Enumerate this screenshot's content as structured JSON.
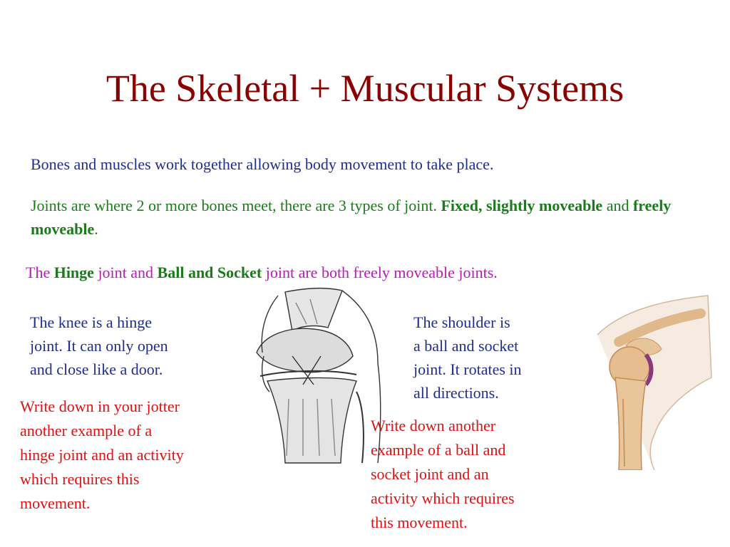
{
  "title": "The Skeletal + Muscular Systems",
  "p1": "Bones and muscles work together allowing body movement to take place.",
  "p2": {
    "a": "Joints are where 2 or more bones meet, there are 3 types of joint.  ",
    "fixed": "Fixed, slightly moveable",
    "and": " and ",
    "freely": "freely moveable",
    "end": "."
  },
  "p3": {
    "a": "The ",
    "hinge": "Hinge",
    "b": " joint and ",
    "ball": "Ball and Socket",
    "c": " joint are both freely moveable joints."
  },
  "knee_text": [
    "The knee is a hinge",
    "joint.  It can only open",
    "and close like a door."
  ],
  "shoulder_text": [
    "The shoulder is",
    "a ball and socket",
    "joint.  It rotates in",
    "all directions."
  ],
  "knee_task": [
    "Write down  in your jotter",
    "another example of a",
    "hinge joint and an activity",
    "which requires this",
    "movement."
  ],
  "shoulder_task": [
    "Write down another",
    "example of a ball and",
    "socket joint and an",
    "activity which requires",
    "this movement."
  ],
  "colors": {
    "title": "#8b0000",
    "navy": "#1f2d8c",
    "green": "#1b7a1b",
    "magenta": "#b41fb4",
    "red": "#e01010"
  },
  "figures": {
    "knee": "knee-joint-illustration",
    "shoulder": "shoulder-joint-illustration"
  }
}
